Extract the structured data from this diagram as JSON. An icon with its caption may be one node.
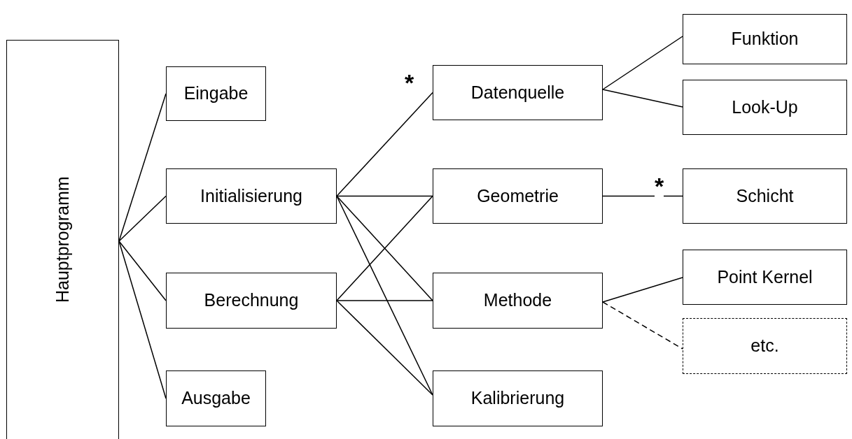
{
  "diagram": {
    "nodes": [
      {
        "text": [
          "Hauptprogramm"
        ]
      },
      {
        "text": [
          "Eingabe"
        ]
      },
      {
        "text": [
          "Initialisierung"
        ]
      },
      {
        "text": [
          "Berechnung"
        ]
      },
      {
        "text": [
          "Ausgabe"
        ]
      },
      {
        "text": [
          "Datenquelle"
        ]
      },
      {
        "text": [
          "Geometrie"
        ]
      },
      {
        "text": [
          "Methode"
        ]
      },
      {
        "text": [
          "Kalibrierung"
        ]
      },
      {
        "text": [
          "Funktion"
        ]
      },
      {
        "text": [
          "Look-Up"
        ]
      },
      {
        "text": [
          "Schicht"
        ]
      },
      {
        "text": [
          "Point Kernel"
        ]
      },
      {
        "text": [
          "etc."
        ]
      }
    ],
    "edges": [
      {
        "from": 0,
        "to": 1,
        "arrow": "none"
      },
      {
        "from": 0,
        "to": 2,
        "arrow": "none"
      },
      {
        "from": 0,
        "to": 3,
        "arrow": "none"
      },
      {
        "from": 0,
        "to": 4,
        "arrow": "none"
      },
      {
        "from": 2,
        "to": 5,
        "arrow": "none",
        "label": "*"
      },
      {
        "from": 2,
        "to": 6,
        "arrow": "none"
      },
      {
        "from": 2,
        "to": 7,
        "arrow": "none"
      },
      {
        "from": 2,
        "to": 8,
        "arrow": "none"
      },
      {
        "from": 3,
        "to": 6,
        "arrow": "none"
      },
      {
        "from": 3,
        "to": 7,
        "arrow": "none"
      },
      {
        "from": 3,
        "to": 8,
        "arrow": "none"
      },
      {
        "from": 5,
        "to": 9,
        "arrow": "none"
      },
      {
        "from": 5,
        "to": 10,
        "arrow": "none"
      },
      {
        "from": 6,
        "to": 11,
        "arrow": "none",
        "label": "*"
      },
      {
        "from": 7,
        "to": 12,
        "arrow": "none"
      },
      {
        "from": 7,
        "to": 13,
        "arrow": "none",
        "style": "dashed"
      }
    ]
  }
}
